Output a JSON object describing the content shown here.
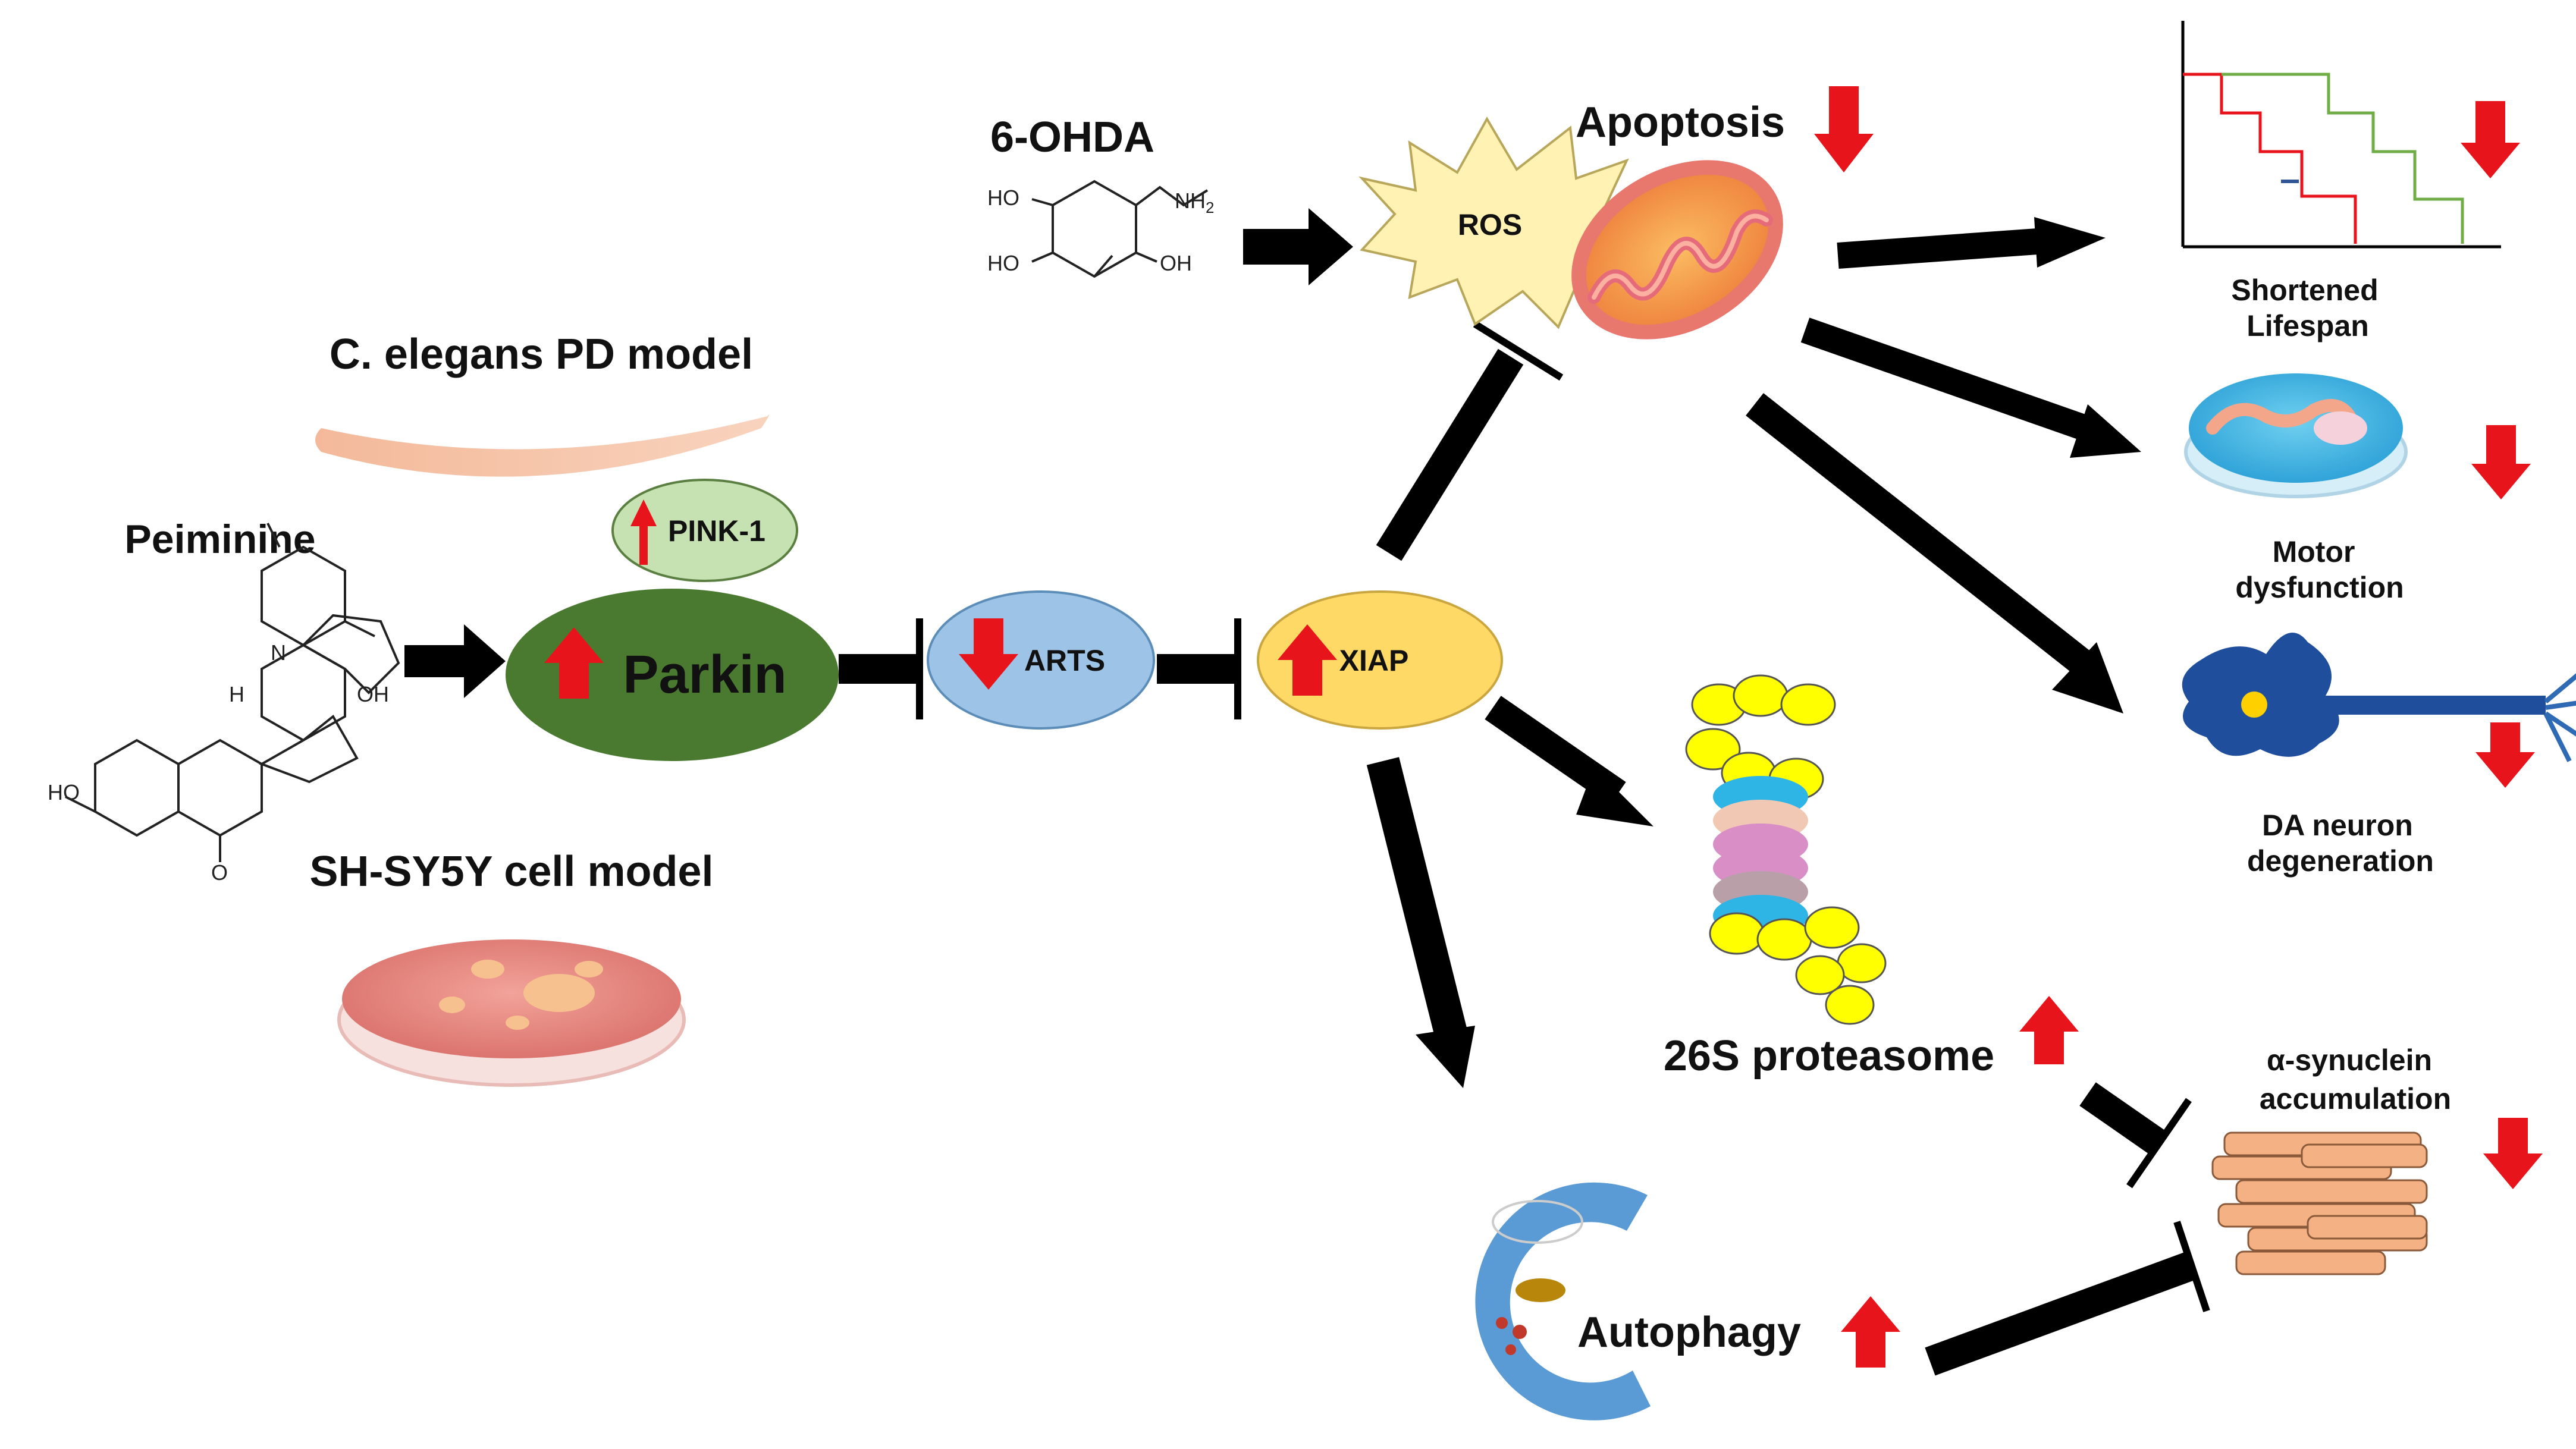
{
  "compounds": {
    "drug": "Peiminine",
    "toxin": "6-OHDA"
  },
  "models": {
    "worm_model": "C. elegans PD model",
    "cell_model": "SH-SY5Y cell model"
  },
  "nodes": {
    "pink1": "PINK-1",
    "parkin": "Parkin",
    "arts": "ARTS",
    "xiap": "XIAP",
    "ros": "ROS",
    "apoptosis": "Apoptosis",
    "proteasome": "26S proteasome",
    "autophagy": "Autophagy",
    "synuclein_line1": "α-synuclein",
    "synuclein_line2": "accumulation"
  },
  "outcomes": {
    "lifespan_line1": "Shortened",
    "lifespan_line2": "Lifespan",
    "motor_line1": "Motor",
    "motor_line2": "dysfunction",
    "neuron_line1": "DA neuron",
    "neuron_line2": "degeneration"
  },
  "chem_labels": {
    "ho_top": "HO",
    "ho_bottom": "HO",
    "oh_right": "OH",
    "nh2": "NH",
    "nh2_sub": "2",
    "pm_oh_left": "HO",
    "pm_oh_right": "OH",
    "pm_n": "N",
    "pm_o": "O",
    "pm_h": "H"
  },
  "colors": {
    "arrow": "#000000",
    "up_arrow": "#e8141b",
    "parkin_fill": "#4a7a2f",
    "pink1_fill": "#c6e2b3",
    "arts_fill": "#9dc3e6",
    "xiap_fill": "#ffd966",
    "ros_fill": "#fff2b3",
    "autophagy_fill": "#5b9bd5",
    "synuclein_fill": "#f4b183",
    "lifespan_red": "#e8141b",
    "lifespan_green": "#70ad47"
  }
}
